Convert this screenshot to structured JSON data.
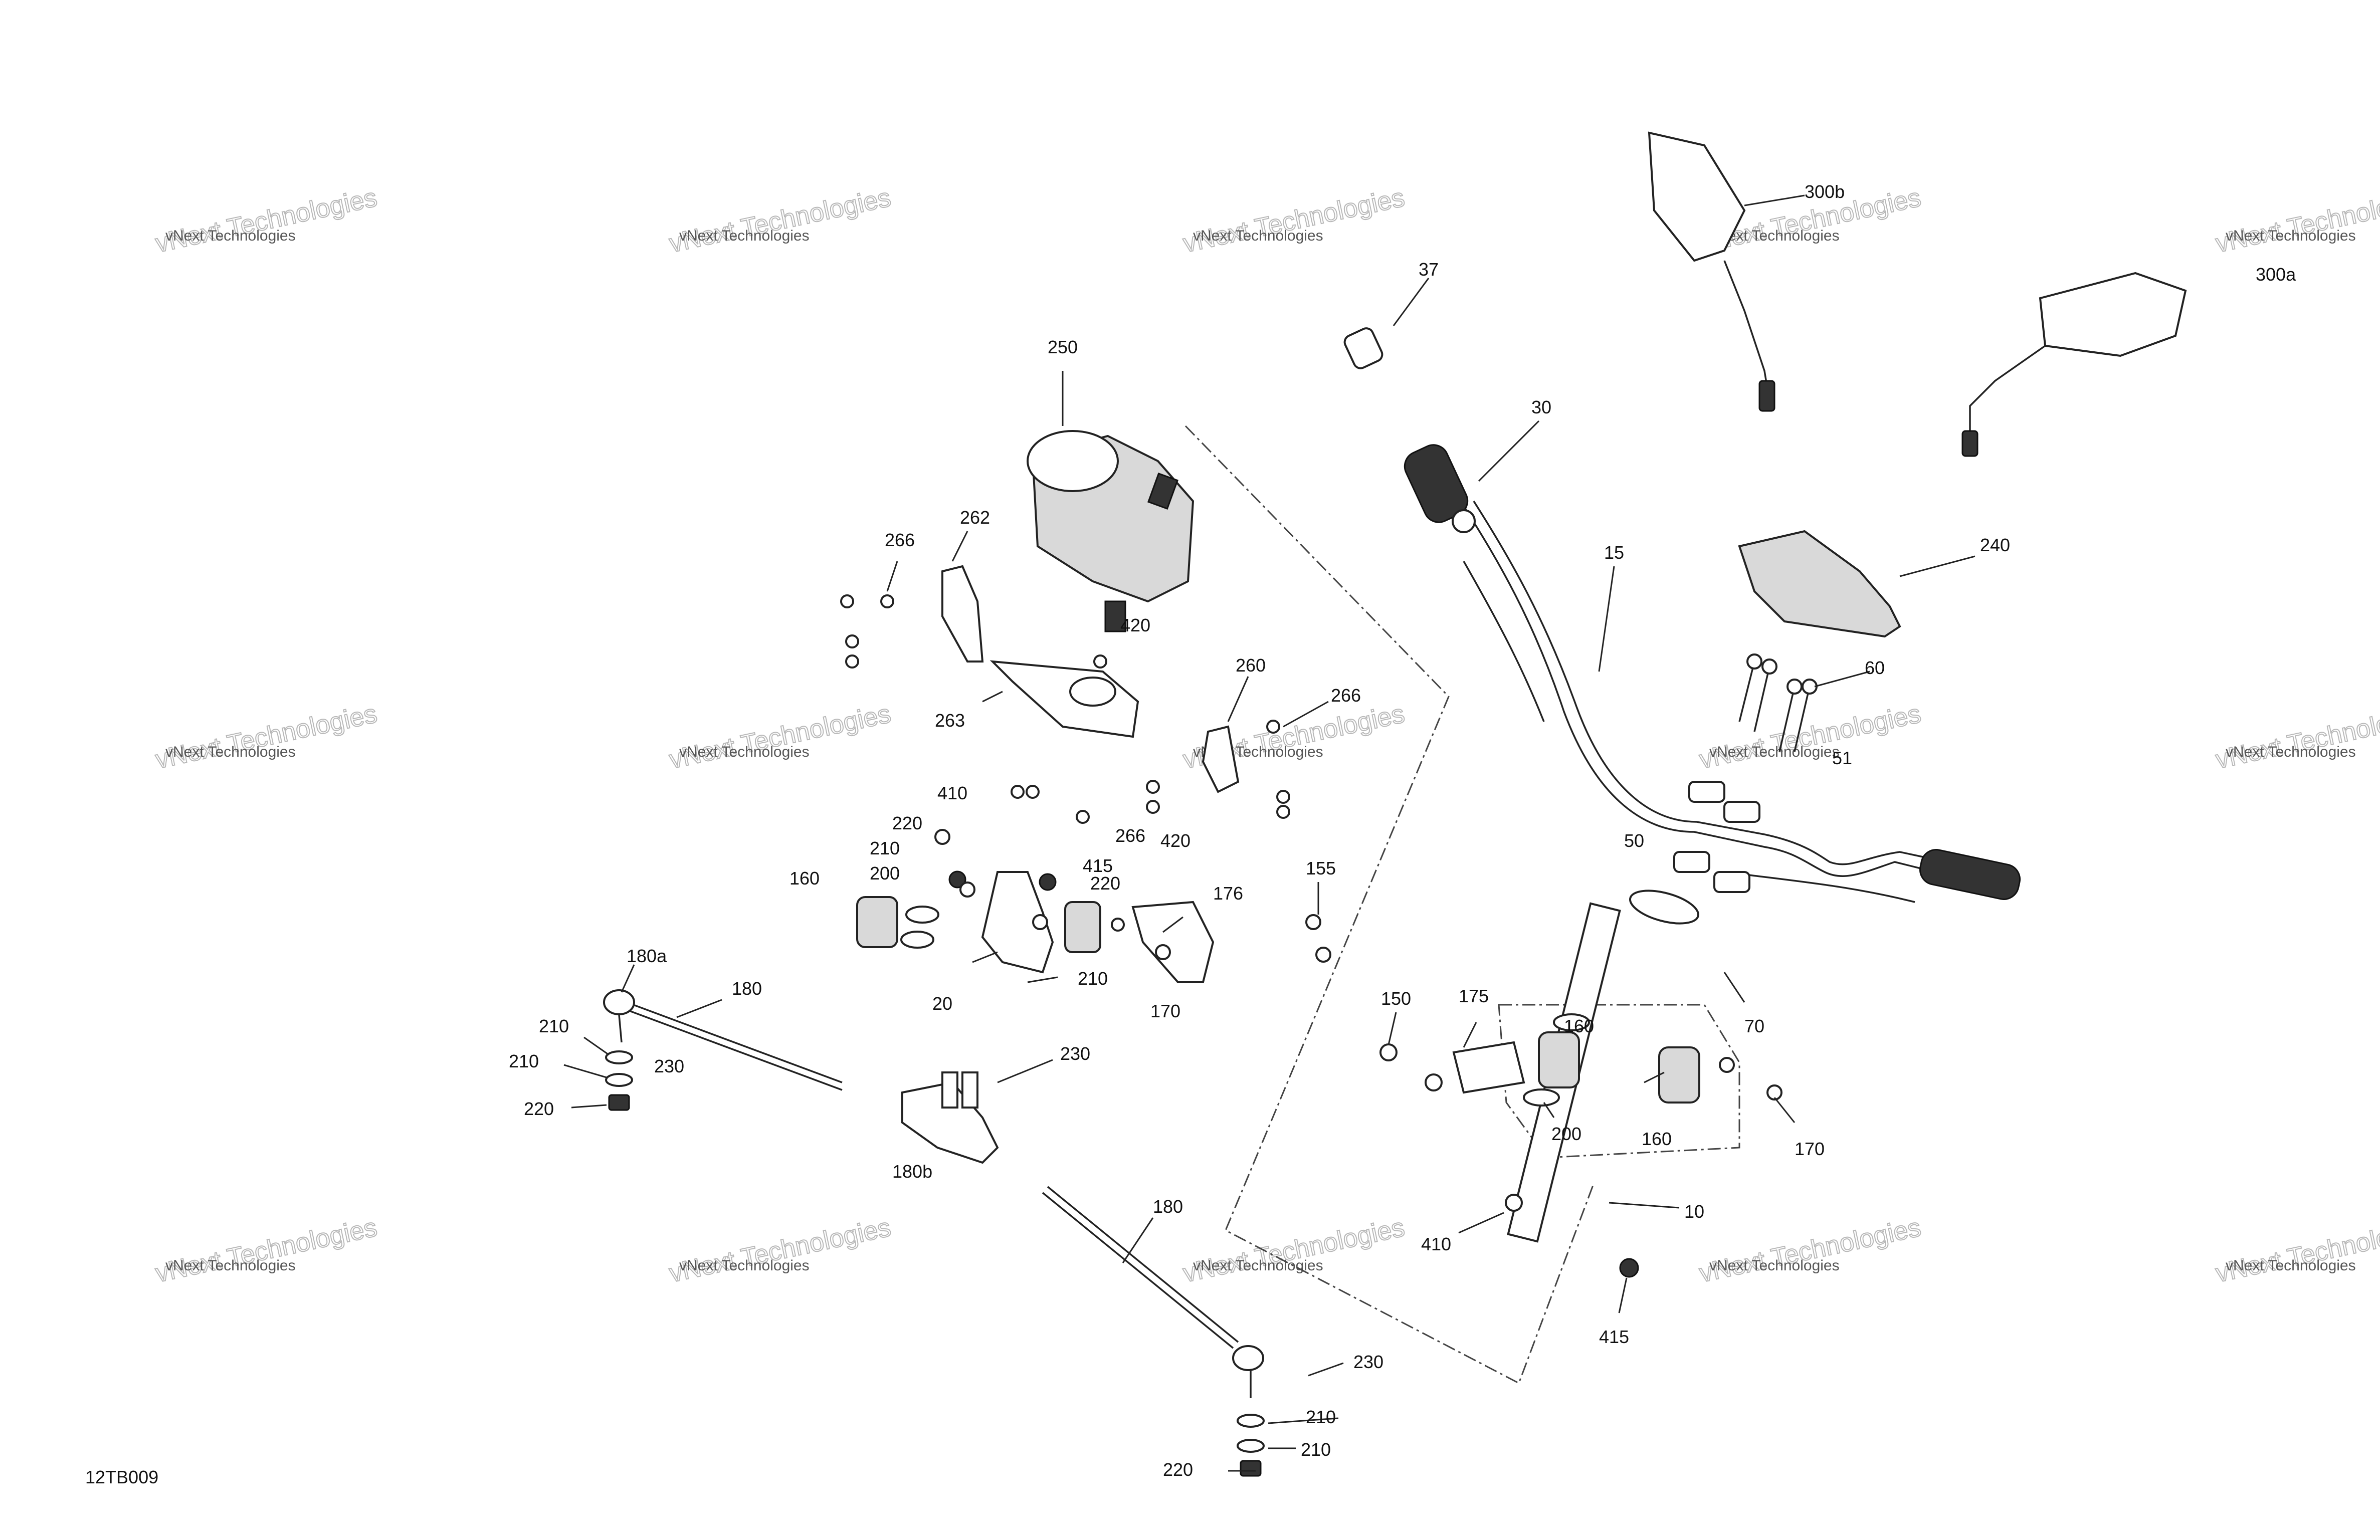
{
  "drawing": {
    "reference": "12TB009",
    "watermark": {
      "line1": "vNext Technologies",
      "line2": "vNext Technologies"
    },
    "callouts": [
      {
        "id": "c37",
        "text": "37"
      },
      {
        "id": "c30",
        "text": "30"
      },
      {
        "id": "c15",
        "text": "15"
      },
      {
        "id": "c240",
        "text": "240"
      },
      {
        "id": "c300b",
        "text": "300b"
      },
      {
        "id": "c300a",
        "text": "300a"
      },
      {
        "id": "c60",
        "text": "60"
      },
      {
        "id": "c51",
        "text": "51"
      },
      {
        "id": "c50",
        "text": "50"
      },
      {
        "id": "c70",
        "text": "70"
      },
      {
        "id": "c250",
        "text": "250"
      },
      {
        "id": "c262",
        "text": "262"
      },
      {
        "id": "c266a",
        "text": "266"
      },
      {
        "id": "c420a",
        "text": "420"
      },
      {
        "id": "c263",
        "text": "263"
      },
      {
        "id": "c260",
        "text": "260"
      },
      {
        "id": "c266b",
        "text": "266"
      },
      {
        "id": "c266c",
        "text": "266"
      },
      {
        "id": "c420b",
        "text": "420"
      },
      {
        "id": "c410a",
        "text": "410"
      },
      {
        "id": "c220a",
        "text": "220"
      },
      {
        "id": "c210a",
        "text": "210"
      },
      {
        "id": "c200a",
        "text": "200"
      },
      {
        "id": "c160a",
        "text": "160"
      },
      {
        "id": "c415a",
        "text": "415"
      },
      {
        "id": "c220b",
        "text": "220"
      },
      {
        "id": "c176",
        "text": "176"
      },
      {
        "id": "c155",
        "text": "155"
      },
      {
        "id": "c20",
        "text": "20"
      },
      {
        "id": "c210b",
        "text": "210"
      },
      {
        "id": "c170a",
        "text": "170"
      },
      {
        "id": "c180a",
        "text": "180a"
      },
      {
        "id": "c180top",
        "text": "180"
      },
      {
        "id": "c210c",
        "text": "210"
      },
      {
        "id": "c230a",
        "text": "230"
      },
      {
        "id": "c210d",
        "text": "210"
      },
      {
        "id": "c220c",
        "text": "220"
      },
      {
        "id": "c230b",
        "text": "230"
      },
      {
        "id": "c180b",
        "text": "180b"
      },
      {
        "id": "c180bot",
        "text": "180"
      },
      {
        "id": "c230c",
        "text": "230"
      },
      {
        "id": "c210e",
        "text": "210"
      },
      {
        "id": "c220d",
        "text": "220"
      },
      {
        "id": "c210f",
        "text": "210"
      },
      {
        "id": "c150",
        "text": "150"
      },
      {
        "id": "c175",
        "text": "175"
      },
      {
        "id": "c160b",
        "text": "160"
      },
      {
        "id": "c200b",
        "text": "200"
      },
      {
        "id": "c160c",
        "text": "160"
      },
      {
        "id": "c170b",
        "text": "170"
      },
      {
        "id": "c10",
        "text": "10"
      },
      {
        "id": "c410b",
        "text": "410"
      },
      {
        "id": "c415b",
        "text": "415"
      }
    ]
  }
}
